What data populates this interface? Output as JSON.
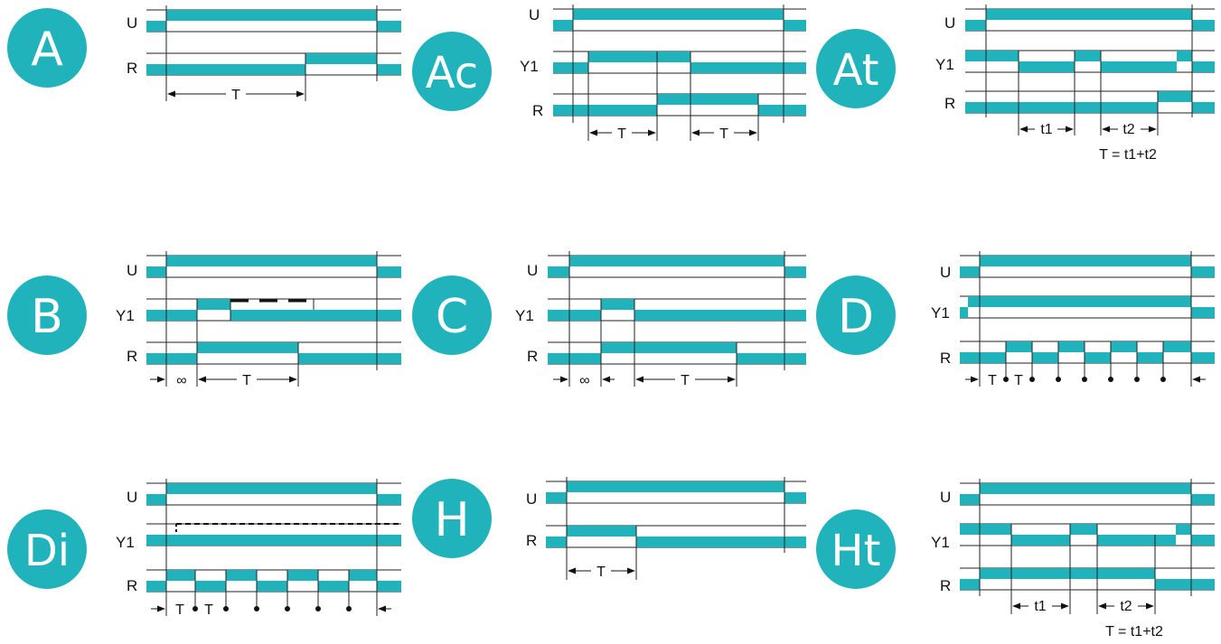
{
  "colors": {
    "accent": "#21b3bb",
    "line": "#222222"
  },
  "diagrams": [
    {
      "badge": "A",
      "signals": [
        "U",
        "R"
      ],
      "timing": [
        "T"
      ]
    },
    {
      "badge": "Ac",
      "signals": [
        "U",
        "Y1",
        "R"
      ],
      "timing": [
        "T",
        "T"
      ]
    },
    {
      "badge": "At",
      "signals": [
        "U",
        "Y1",
        "R"
      ],
      "timing": [
        "t1",
        "t2"
      ],
      "formula": "T = t1+t2"
    },
    {
      "badge": "B",
      "signals": [
        "U",
        "Y1",
        "R"
      ],
      "timing": [
        "∞",
        "T"
      ]
    },
    {
      "badge": "C",
      "signals": [
        "U",
        "Y1",
        "R"
      ],
      "timing": [
        "∞",
        "T"
      ]
    },
    {
      "badge": "D",
      "signals": [
        "U",
        "Y1",
        "R"
      ],
      "timing": [
        "T",
        "T"
      ]
    },
    {
      "badge": "Di",
      "signals": [
        "U",
        "Y1",
        "R"
      ],
      "timing": [
        "T",
        "T"
      ]
    },
    {
      "badge": "H",
      "signals": [
        "U",
        "R"
      ],
      "timing": [
        "T"
      ]
    },
    {
      "badge": "Ht",
      "signals": [
        "U",
        "Y1",
        "R"
      ],
      "timing": [
        "t1",
        "t2"
      ],
      "formula": "T = t1+t2"
    }
  ]
}
